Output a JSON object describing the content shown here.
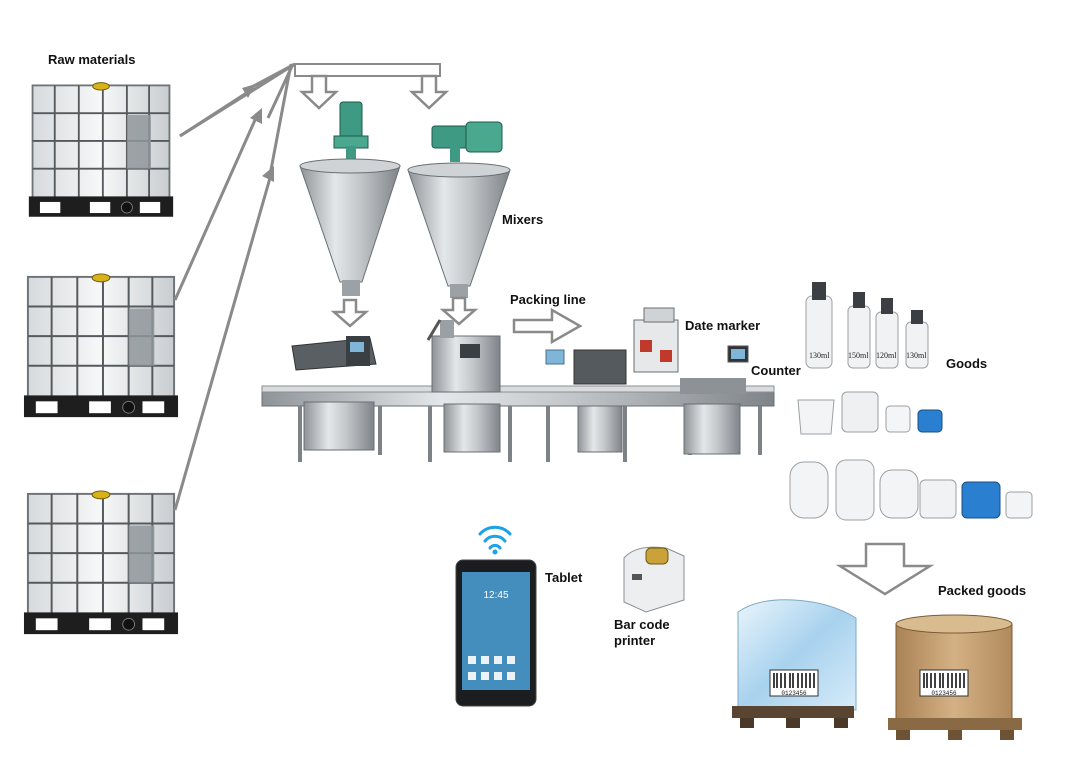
{
  "labels": {
    "raw_materials": "Raw materials",
    "mixers": "Mixers",
    "packing_line": "Packing line",
    "date_marker": "Date marker",
    "counter": "Counter",
    "goods": "Goods",
    "tablet": "Tablet",
    "bar_code_printer_line1": "Bar code",
    "bar_code_printer_line2": "printer",
    "packed_goods": "Packed goods"
  },
  "bottle_labels": [
    "130ml",
    "150ml",
    "120ml",
    "130ml"
  ],
  "tablet_screen": {
    "clock": "12:45"
  },
  "barcode_text": "0123456",
  "colors": {
    "arrow_gray": "#8a8a8a",
    "mixer_motor": "#3e9a83",
    "steel": "#b9bdc0",
    "container_black": "#1e1e1e",
    "jerrycan_blue": "#2a7fd0",
    "carton_brown": "#c09a6b",
    "wrap_blue": "#a8d2ee",
    "wifi_blue": "#1aa3e8"
  },
  "icons": [
    "ibc-tote",
    "conical-mixer",
    "filling-machine",
    "capping-machine",
    "date-marker",
    "labeler",
    "bottle",
    "bucket",
    "jerrycan",
    "tablet",
    "wifi-icon",
    "label-printer",
    "pallet"
  ]
}
